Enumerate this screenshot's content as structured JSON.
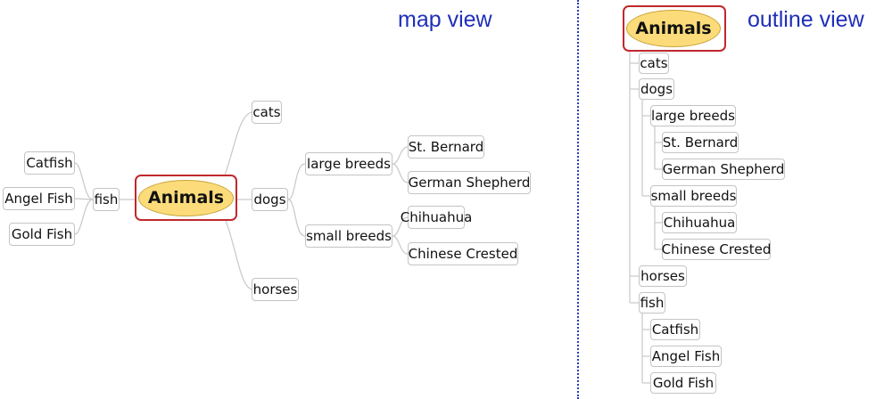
{
  "captions": {
    "map": "map view",
    "outline": "outline view"
  },
  "central": "Animals",
  "map": {
    "cats": "cats",
    "dogs": "dogs",
    "horses": "horses",
    "fish": "fish",
    "large_breeds": "large breeds",
    "small_breeds": "small breeds",
    "st_bernard": "St. Bernard",
    "german_shepherd": "German Shepherd",
    "chihuahua": "Chihuahua",
    "chinese_crested": "Chinese Crested",
    "catfish": "Catfish",
    "angel_fish": "Angel Fish",
    "gold_fish": "Gold Fish"
  },
  "outline": {
    "cats": "cats",
    "dogs": "dogs",
    "large_breeds": "large breeds",
    "st_bernard": "St. Bernard",
    "german_shepherd": "German Shepherd",
    "small_breeds": "small breeds",
    "chihuahua": "Chihuahua",
    "chinese_crested": "Chinese Crested",
    "horses": "horses",
    "fish": "fish",
    "catfish": "Catfish",
    "angel_fish": "Angel Fish",
    "gold_fish": "Gold Fish"
  },
  "colors": {
    "caption": "#1f2fb8",
    "frame": "#c0282d",
    "central_fill": "#fcdc7a",
    "node_border": "#c4c4c4",
    "connector": "#c8c8c8"
  }
}
